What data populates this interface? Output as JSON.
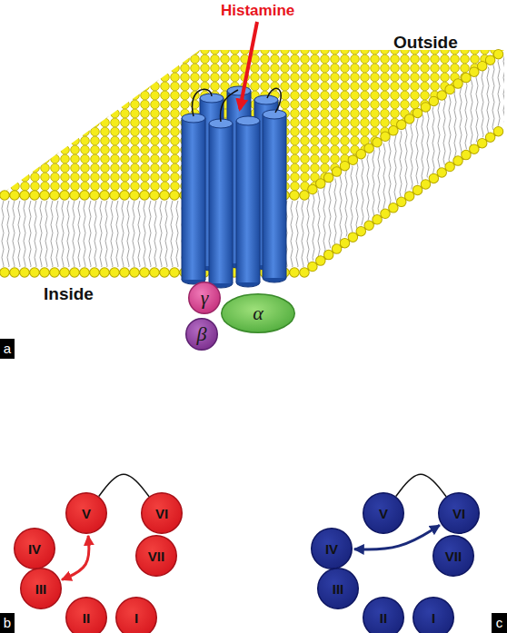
{
  "diagram": {
    "nodes": [
      {
        "text": [
          "γ"
        ]
      },
      {
        "text": [
          "α"
        ]
      },
      {
        "text": [
          "β"
        ]
      },
      {
        "text": [
          "V"
        ]
      },
      {
        "text": [
          "VI"
        ]
      },
      {
        "text": [
          "IV"
        ]
      },
      {
        "text": [
          "VII"
        ]
      },
      {
        "text": [
          "III"
        ]
      },
      {
        "text": [
          "II"
        ]
      },
      {
        "text": [
          "I"
        ]
      },
      {
        "text": [
          "V"
        ]
      },
      {
        "text": [
          "VI"
        ]
      },
      {
        "text": [
          "IV"
        ]
      },
      {
        "text": [
          "VII"
        ]
      },
      {
        "text": [
          "III"
        ]
      },
      {
        "text": [
          "II"
        ]
      },
      {
        "text": [
          "I"
        ]
      }
    ],
    "edges": [
      {
        "from": 3,
        "to": 4,
        "arrow": "none"
      },
      {
        "from": 7,
        "to": 3,
        "arrow": "both"
      },
      {
        "from": 10,
        "to": 11,
        "arrow": "none"
      },
      {
        "from": 12,
        "to": 11,
        "arrow": "both"
      }
    ],
    "labels": [
      "Histamine",
      "Outside",
      "Inside",
      "a",
      "b",
      "c"
    ]
  }
}
